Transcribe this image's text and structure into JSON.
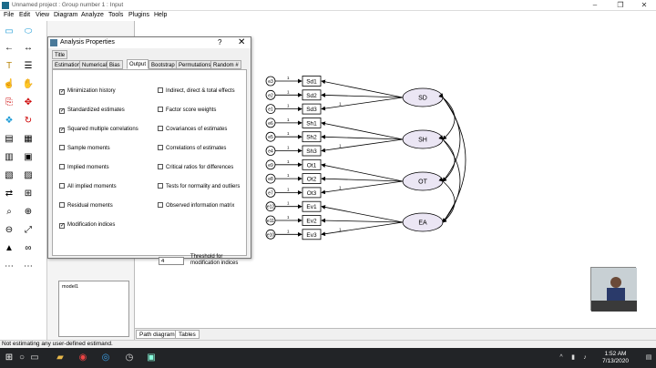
{
  "window": {
    "title": "Unnamed project : Group number 1 : Input"
  },
  "menu": [
    "File",
    "Edit",
    "View",
    "Diagram",
    "Analyze",
    "Tools",
    "Plugins",
    "Help"
  ],
  "dialog": {
    "title": "Analysis Properties",
    "help": "?",
    "close": "✕",
    "tabs_row1": [
      "Title"
    ],
    "tabs_row2": [
      "Estimation",
      "Numerical",
      "Bias",
      "Output",
      "Bootstrap",
      "Permutations",
      "Random #"
    ],
    "active_tab": "Output",
    "left_options": [
      {
        "label": "Minimization history",
        "checked": true
      },
      {
        "label": "Standardized estimates",
        "checked": true
      },
      {
        "label": "Squared multiple correlations",
        "checked": true
      },
      {
        "label": "Sample moments",
        "checked": false
      },
      {
        "label": "Implied moments",
        "checked": false
      },
      {
        "label": "All implied moments",
        "checked": false
      },
      {
        "label": "Residual moments",
        "checked": false
      },
      {
        "label": "Modification indices",
        "checked": true
      }
    ],
    "right_options": [
      {
        "label": "Indirect, direct & total effects",
        "checked": false
      },
      {
        "label": "Factor score weights",
        "checked": false
      },
      {
        "label": "Covariances of estimates",
        "checked": false
      },
      {
        "label": "Correlations of estimates",
        "checked": false
      },
      {
        "label": "Critical ratios for differences",
        "checked": false
      },
      {
        "label": "Tests for normality and outliers",
        "checked": false
      },
      {
        "label": "Observed information matrix",
        "checked": false
      }
    ],
    "threshold": {
      "value": "4",
      "label_line1": "Threshold for",
      "label_line2": "modification indices"
    }
  },
  "left_panel": {
    "model": "model1"
  },
  "diagram": {
    "factors": [
      "SD",
      "SH",
      "OT",
      "EA"
    ],
    "indicators": [
      "Sd1",
      "Sd2",
      "Sd3",
      "Sh1",
      "Sh2",
      "Sh3",
      "Ot1",
      "Ot2",
      "Ot3",
      "Ev1",
      "Ev2",
      "Ev3"
    ],
    "errors": [
      "e3",
      "e2",
      "e1",
      "e6",
      "e5",
      "e4",
      "e9",
      "e8",
      "e7",
      "e12",
      "e11",
      "e10"
    ],
    "path_label": "1"
  },
  "bottom_tabs": [
    "Path diagram",
    "Tables"
  ],
  "status": "Not estimating any user-defined estimand.",
  "taskbar": {
    "time": "1:52 AM",
    "date": "7/13/2020"
  }
}
